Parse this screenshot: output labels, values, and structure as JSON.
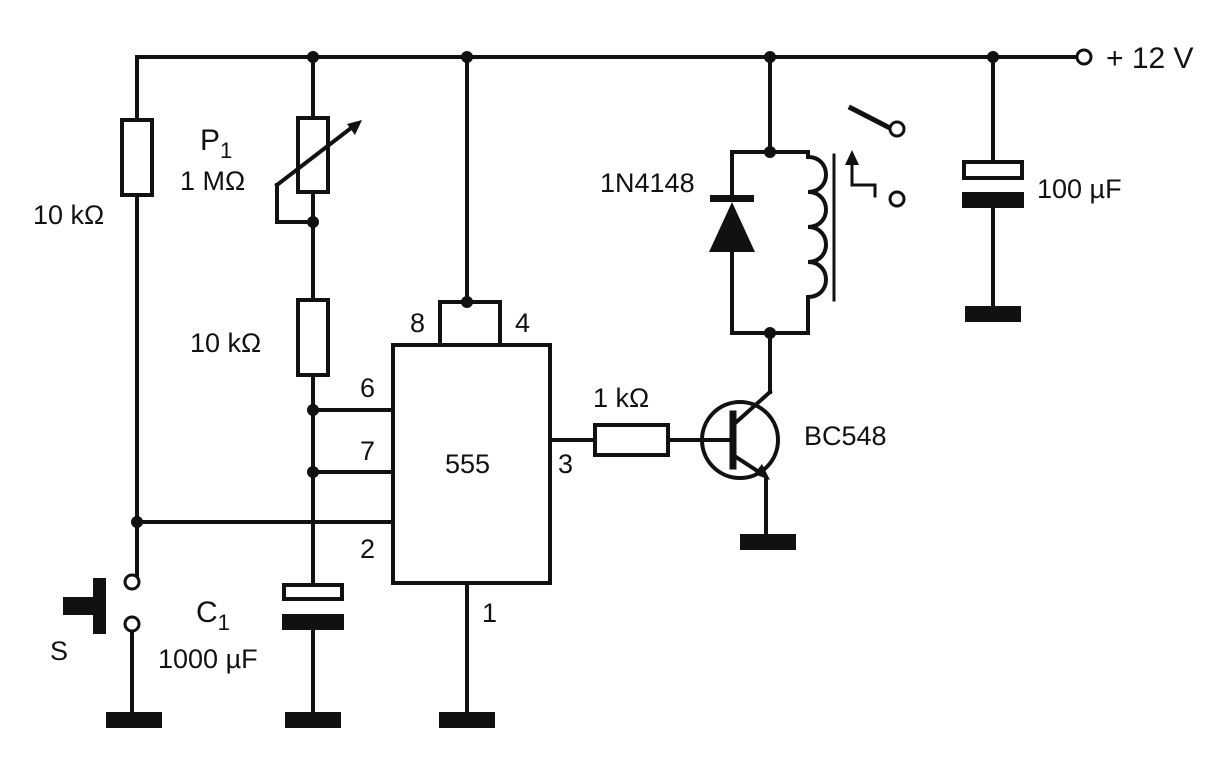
{
  "supply": {
    "label": "+ 12 V"
  },
  "r_divider": {
    "value": "10 kΩ"
  },
  "potentiometer": {
    "name": "P",
    "subscript": "1",
    "value": "1 MΩ"
  },
  "r_timing": {
    "value": "10 kΩ"
  },
  "ic": {
    "part": "555",
    "pin_8": "8",
    "pin_4": "4",
    "pin_6": "6",
    "pin_7": "7",
    "pin_2": "2",
    "pin_3": "3",
    "pin_1": "1"
  },
  "r_base": {
    "value": "1 kΩ"
  },
  "transistor": {
    "part": "BC548"
  },
  "diode": {
    "part": "1N4148"
  },
  "c_supply": {
    "value": "100 µF"
  },
  "c_timing": {
    "name": "C",
    "subscript": "1",
    "value": "1000 µF"
  },
  "switch": {
    "name": "S"
  }
}
